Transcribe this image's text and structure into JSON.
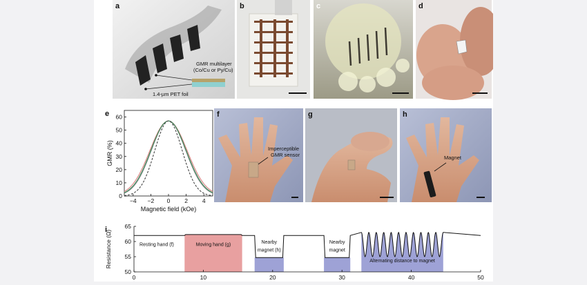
{
  "panels": {
    "a": {
      "label": "a",
      "annotation_layer": "GMR multilayer",
      "annotation_material": "(Co/Cu or Py/Cu)",
      "annotation_foil": "1.4-µm PET foil"
    },
    "b": {
      "label": "b"
    },
    "c": {
      "label": "c"
    },
    "d": {
      "label": "d"
    },
    "e": {
      "label": "e"
    },
    "f": {
      "label": "f",
      "annotation_line1": "Imperceptible",
      "annotation_line2": "GMR sensor"
    },
    "g": {
      "label": "g"
    },
    "h": {
      "label": "h",
      "annotation": "Magnet"
    },
    "i": {
      "label": "i"
    }
  },
  "chart_data": [
    {
      "type": "line",
      "panel": "e",
      "xlabel": "Magnetic field (kOe)",
      "ylabel": "GMR (%)",
      "xlim": [
        -5,
        5
      ],
      "ylim": [
        0,
        65
      ],
      "xticks": [
        -4,
        -2,
        0,
        2,
        4
      ],
      "xtick_labels": [
        "−4",
        "−2",
        "0",
        "2",
        "4"
      ],
      "yticks": [
        0,
        10,
        20,
        30,
        40,
        50,
        60
      ],
      "grid": false,
      "peak": 57,
      "series": [
        {
          "color": "#8a8a8a",
          "style": "solid",
          "width_kOe": 1.95
        },
        {
          "color": "#d98080",
          "style": "solid",
          "width_kOe": 2.1
        },
        {
          "color": "#3a8a5a",
          "style": "solid",
          "width_kOe": 2.0
        },
        {
          "color": "#444444",
          "style": "dashed",
          "width_kOe": 1.55
        }
      ]
    },
    {
      "type": "line",
      "panel": "i",
      "xlabel": "",
      "ylabel": "Resistance (Ω)",
      "xlim": [
        0,
        50
      ],
      "ylim": [
        50,
        65
      ],
      "xticks": [
        0,
        10,
        20,
        30,
        40,
        50
      ],
      "yticks": [
        50,
        55,
        60,
        65
      ],
      "baseline": 62,
      "segments": [
        {
          "x0": 7.3,
          "x1": 15.6,
          "level": 62.3,
          "color": "#e8a0a0",
          "label": "Moving hand (g)"
        },
        {
          "x0": 17.4,
          "x1": 21.6,
          "level": 54.7,
          "color": "#9ea2d6",
          "label_lines": [
            "Nearby",
            "magnet (h)"
          ]
        },
        {
          "x0": 27.4,
          "x1": 31.2,
          "level": 54.7,
          "color": "#9ea2d6",
          "label_lines": [
            "Nearby",
            "magnet"
          ]
        },
        {
          "x0": 32.8,
          "x1": 44.6,
          "level": 55,
          "color": "#9ea2d6",
          "label": "Alternating distance to magnet",
          "oscillations": 11,
          "min": 55,
          "max": 63
        }
      ],
      "annotations": {
        "resting": "Resting hand (f)"
      },
      "line_color": "#111111"
    }
  ]
}
